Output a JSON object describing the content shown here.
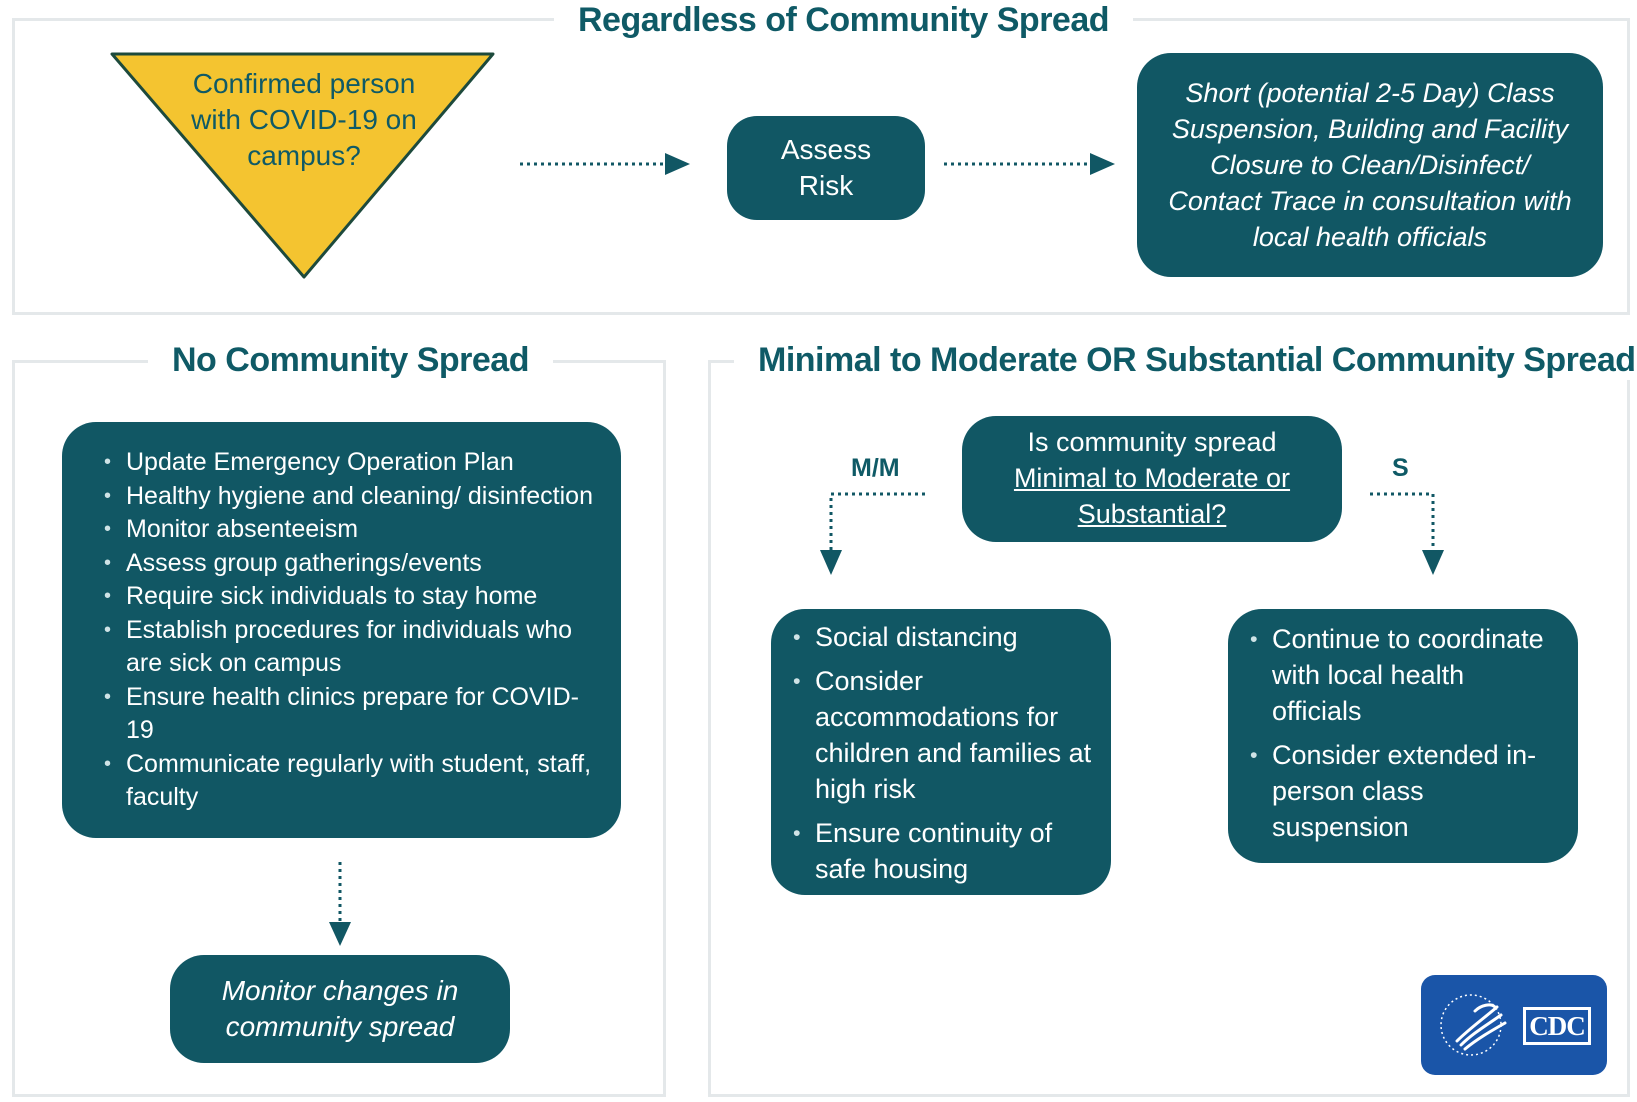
{
  "top": {
    "title": "Regardless of Community Spread",
    "triangle_text": "Confirmed person with COVID-19 on campus?",
    "assess": "Assess Risk",
    "suspension": "Short (potential 2-5 Day) Class Suspension, Building and Facility Closure to Clean/Disinfect/ Contact Trace in consultation with local health officials"
  },
  "left": {
    "title": "No Community Spread",
    "items": [
      "Update Emergency Operation Plan",
      "Healthy hygiene and cleaning/ disinfection",
      "Monitor absenteeism",
      "Assess group gatherings/events",
      "Require sick individuals to stay home",
      "Establish procedures for individuals who are sick on campus",
      "Ensure health clinics prepare for COVID-19",
      "Communicate regularly with student, staff, faculty"
    ],
    "monitor": "Monitor changes in community spread"
  },
  "right": {
    "title": "Minimal to Moderate OR Substantial Community Spread",
    "question_prefix": "Is community spread",
    "question_underlined": "Minimal to Moderate or Substantial?",
    "label_mm": "M/M",
    "label_s": "S",
    "mm_items": [
      "Social distancing",
      "Consider accommodations for children and families at high risk",
      "Ensure continuity of safe housing"
    ],
    "s_items": [
      "Continue to coordinate with local health officials",
      "Consider extended in-person class suspension"
    ]
  },
  "logo": {
    "text": "CDC"
  },
  "colors": {
    "teal": "#115764",
    "title": "#0f5a66",
    "yellow": "#f4c430",
    "cdc_blue": "#1a55a8"
  }
}
